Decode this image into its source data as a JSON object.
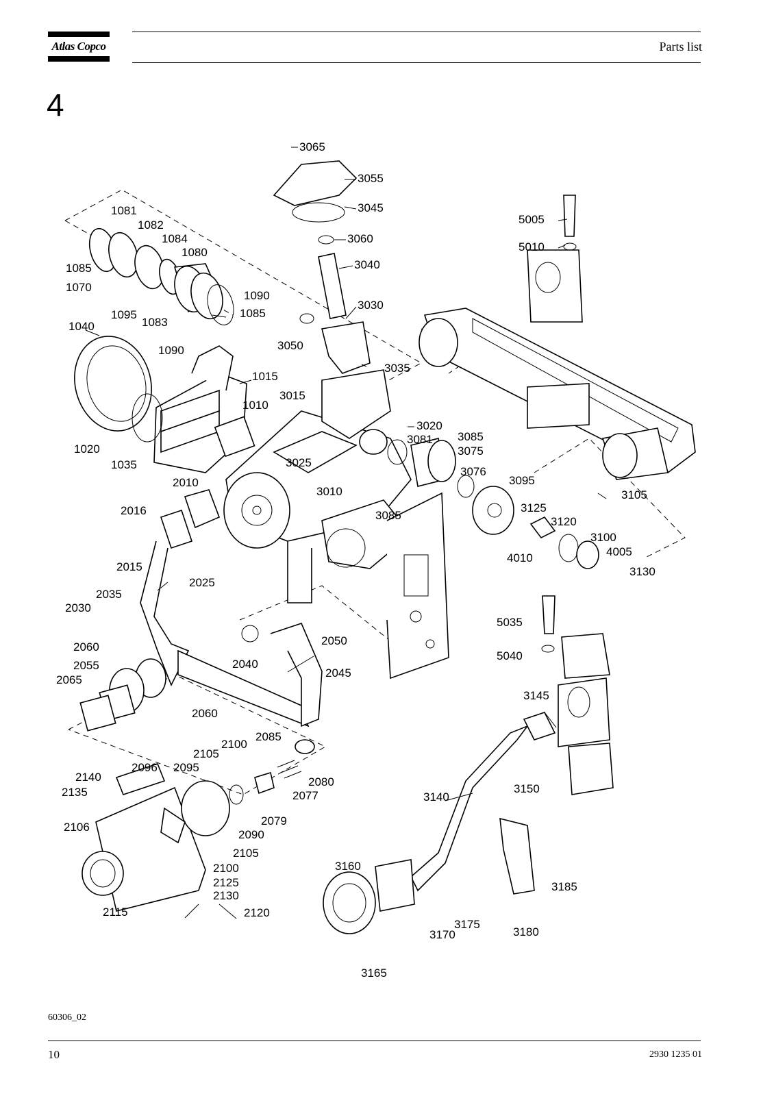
{
  "header": {
    "brand": "Atlas Copco",
    "title": "Parts list"
  },
  "section_number": "4",
  "figure": {
    "part_labels": [
      "3065",
      "3055",
      "3045",
      "3060",
      "3040",
      "3030",
      "3050",
      "3035",
      "3015",
      "3020",
      "3081",
      "3085",
      "3075",
      "3076",
      "3025",
      "3010",
      "3085",
      "1081",
      "1082",
      "1084",
      "1080",
      "1085",
      "1070",
      "1095",
      "1083",
      "1090",
      "1085",
      "1040",
      "1090",
      "1015",
      "1010",
      "1020",
      "1035",
      "5005",
      "5010",
      "3095",
      "3105",
      "3125",
      "3120",
      "3100",
      "4005",
      "4010",
      "3130",
      "2010",
      "2016",
      "2015",
      "2025",
      "2030",
      "2035",
      "2060",
      "2055",
      "2065",
      "2040",
      "2050",
      "2045",
      "2060",
      "2085",
      "2105",
      "2100",
      "2096",
      "2095",
      "2080",
      "2077",
      "2140",
      "2135",
      "2079",
      "2090",
      "2106",
      "2105",
      "2100",
      "2125",
      "2130",
      "2115",
      "2120",
      "5035",
      "5040",
      "3145",
      "3140",
      "3150",
      "3160",
      "3170",
      "3175",
      "3165",
      "3180",
      "3185"
    ],
    "drawing_id": "60306_02"
  },
  "footer": {
    "page_number": "10",
    "doc_number": "2930 1235 01"
  },
  "icons": [
    "atlas-copco-logo"
  ]
}
